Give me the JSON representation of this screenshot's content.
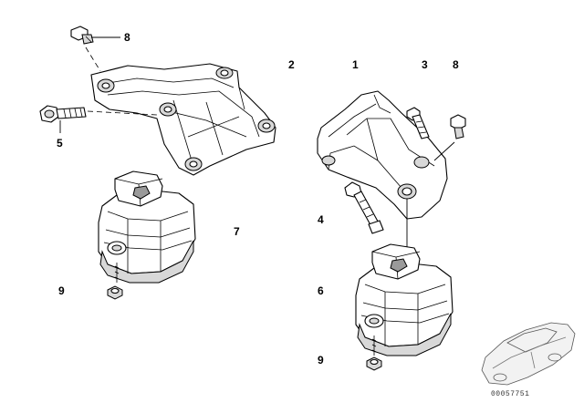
{
  "diagram": {
    "callouts": [
      {
        "id": "c8a",
        "text": "8"
      },
      {
        "id": "c2",
        "text": "2"
      },
      {
        "id": "c1",
        "text": "1"
      },
      {
        "id": "c3",
        "text": "3"
      },
      {
        "id": "c8b",
        "text": "8"
      },
      {
        "id": "c5",
        "text": "5"
      },
      {
        "id": "c7",
        "text": "7"
      },
      {
        "id": "c4",
        "text": "4"
      },
      {
        "id": "c9a",
        "text": "9"
      },
      {
        "id": "c6",
        "text": "6"
      },
      {
        "id": "c9b",
        "text": "9"
      }
    ],
    "image_code": "00057751"
  }
}
